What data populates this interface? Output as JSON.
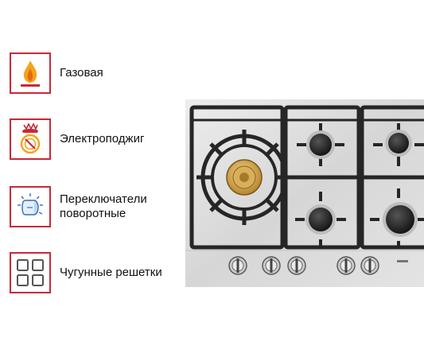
{
  "colors": {
    "accent": "#c8283a",
    "flame": "#f4a31a",
    "steel": "#dcdcdc",
    "iron": "#2a2a2a",
    "brass": "#c89a3c"
  },
  "features": [
    {
      "icon": "gas-flame-icon",
      "label": "Газовая"
    },
    {
      "icon": "electric-ignition-icon",
      "label": "Электроподжиг"
    },
    {
      "icon": "rotary-knob-icon",
      "label": "Переключатели\nповоротные"
    },
    {
      "icon": "cast-iron-grates-icon",
      "label": "Чугунные решетки"
    }
  ],
  "product": {
    "name": "gas-hob",
    "burners": 5,
    "knobs": 5
  }
}
